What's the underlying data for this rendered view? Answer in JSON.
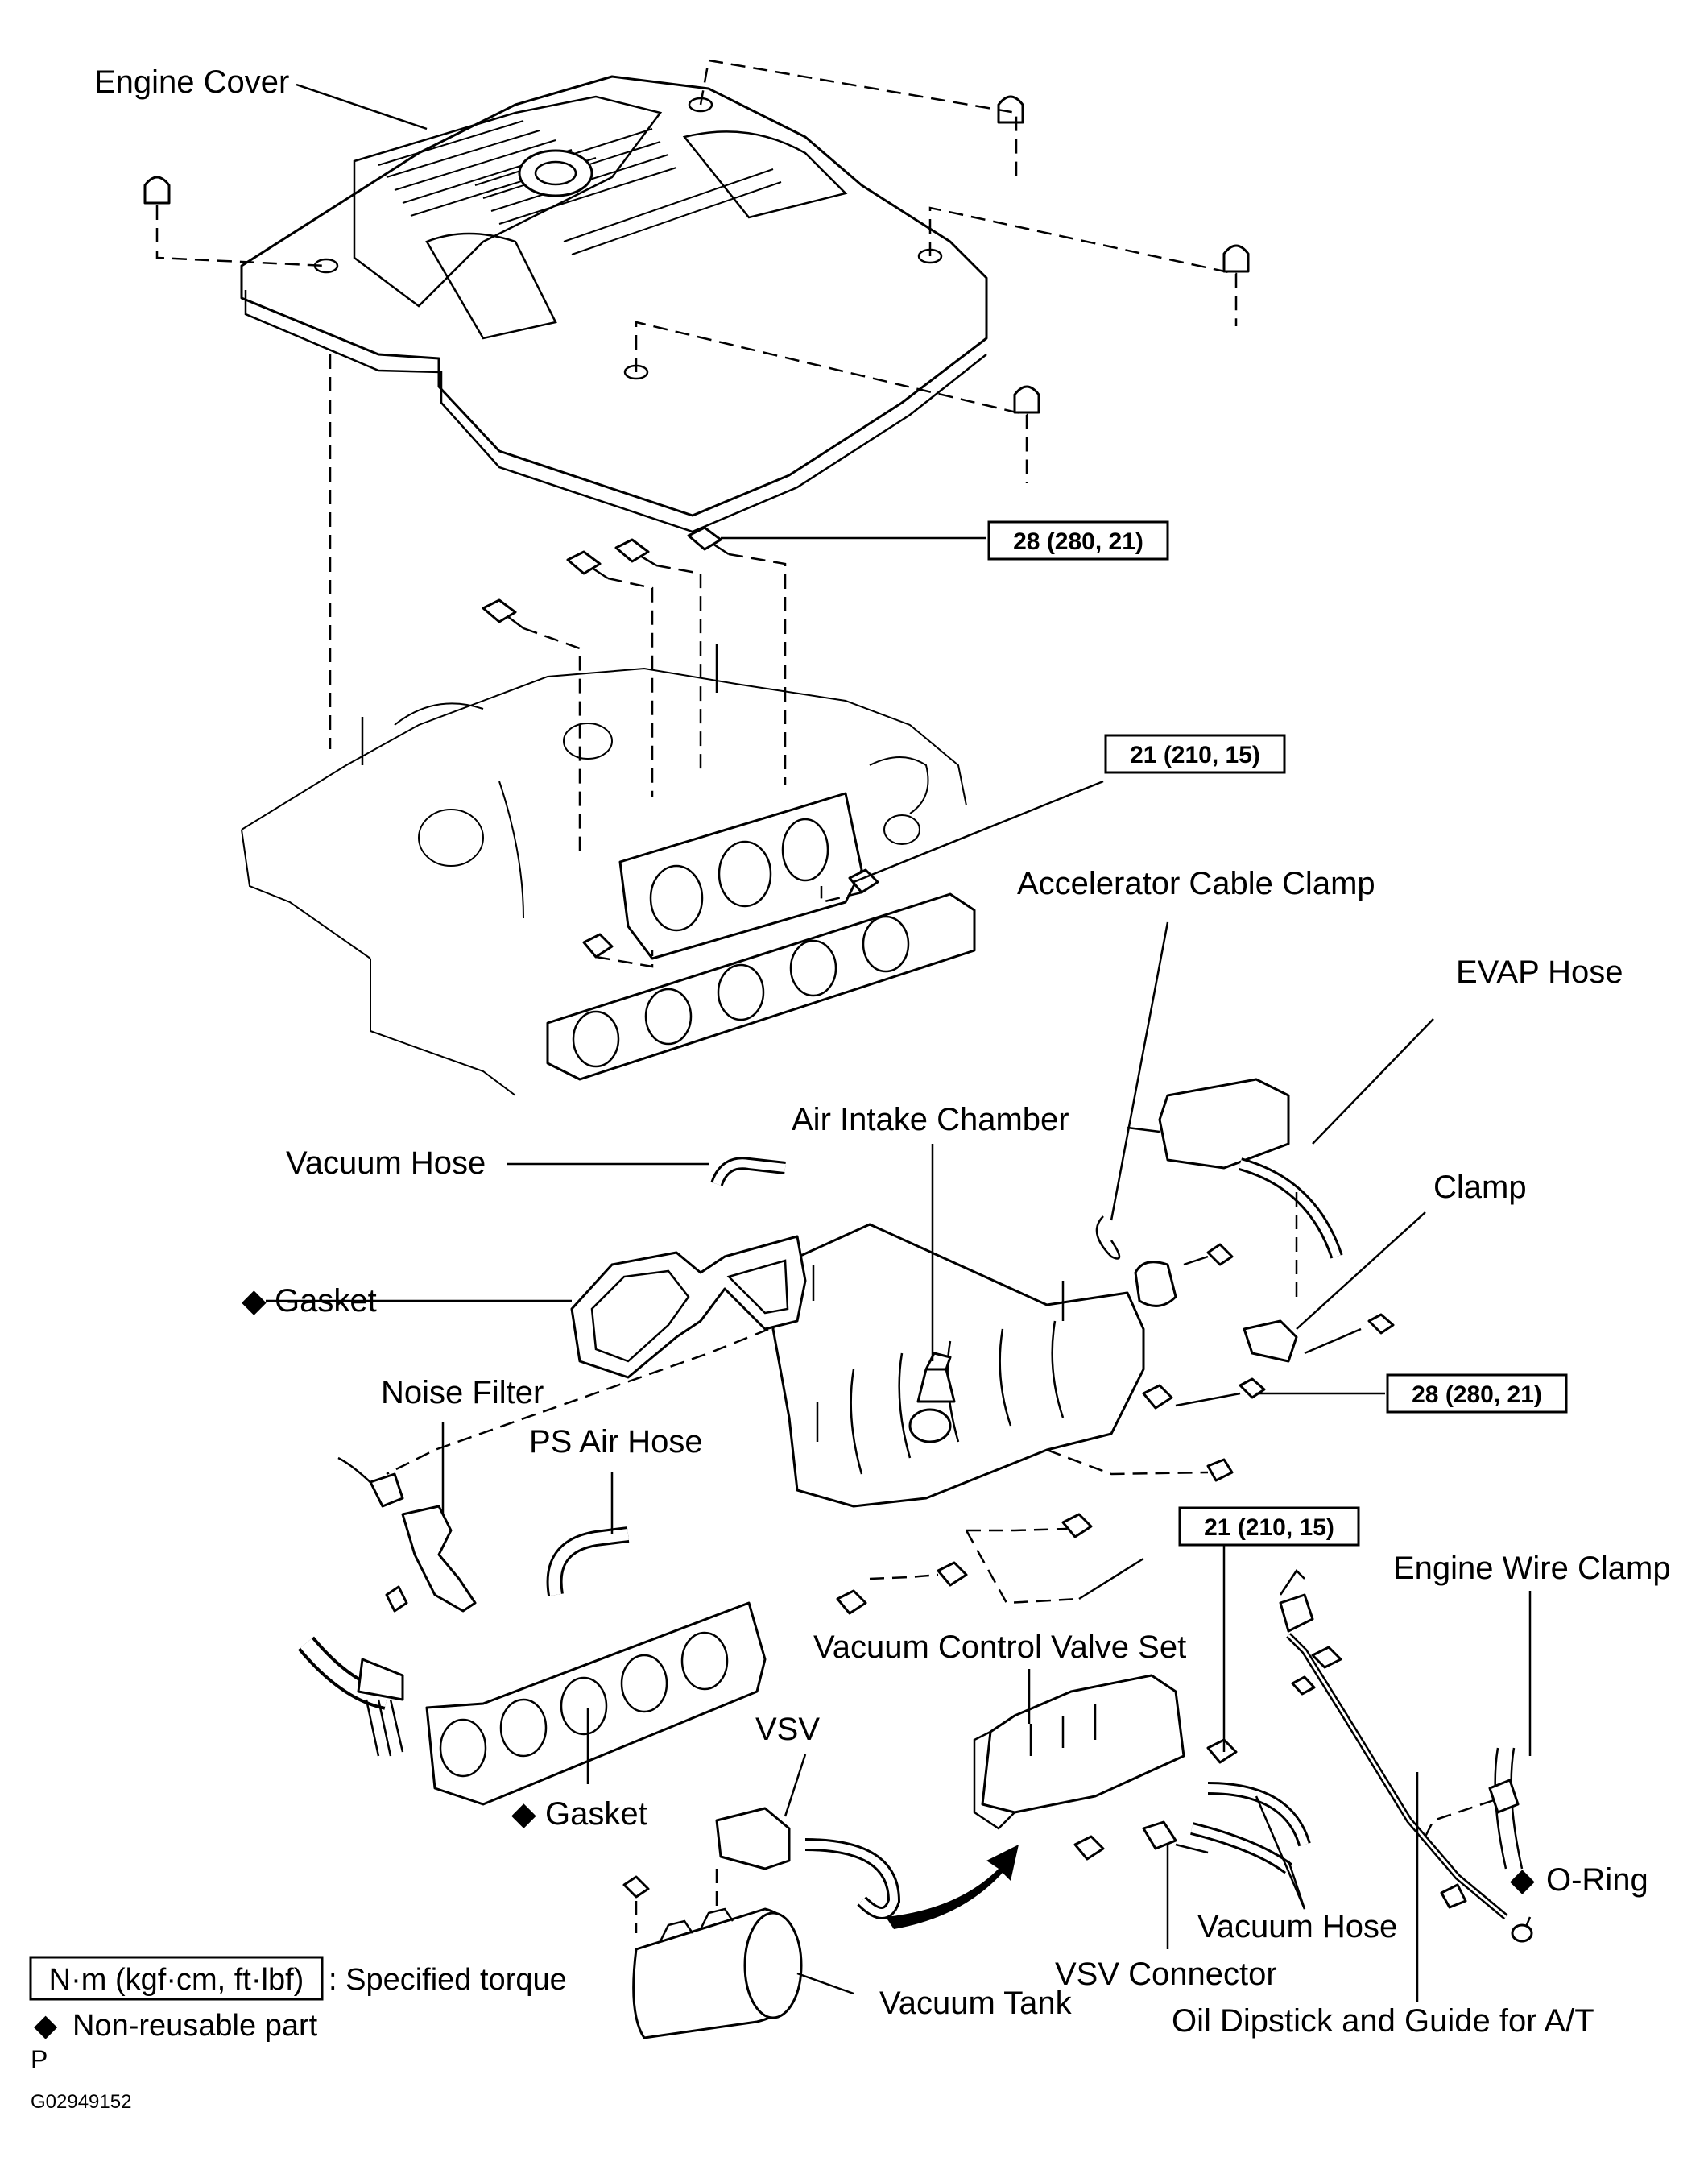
{
  "labels": {
    "engine_cover": "Engine Cover",
    "accelerator_cable_clamp": "Accelerator Cable Clamp",
    "evap_hose": "EVAP Hose",
    "air_intake_chamber": "Air Intake Chamber",
    "vacuum_hose_upper": "Vacuum Hose",
    "clamp": "Clamp",
    "gasket_upper": "Gasket",
    "noise_filter": "Noise Filter",
    "ps_air_hose": "PS Air Hose",
    "engine_wire_clamp": "Engine Wire Clamp",
    "vacuum_control_valve_set": "Vacuum Control Valve Set",
    "vsv": "VSV",
    "gasket_lower": "Gasket",
    "o_ring": "O-Ring",
    "vacuum_hose_lower": "Vacuum Hose",
    "vsv_connector": "VSV Connector",
    "vacuum_tank": "Vacuum Tank",
    "oil_dipstick": "Oil Dipstick and Guide for A/T"
  },
  "torques": {
    "t1": "28 (280, 21)",
    "t2": "21 (210, 15)",
    "t3": "28 (280, 21)",
    "t4": "21 (210, 15)"
  },
  "legend": {
    "torque_box": "N·m (kgf·cm, ft·lbf)",
    "torque_desc": ": Specified torque",
    "non_reusable_symbol": "◆",
    "non_reusable": "Non-reusable part",
    "letter": "P",
    "figure_id": "G02949152"
  }
}
